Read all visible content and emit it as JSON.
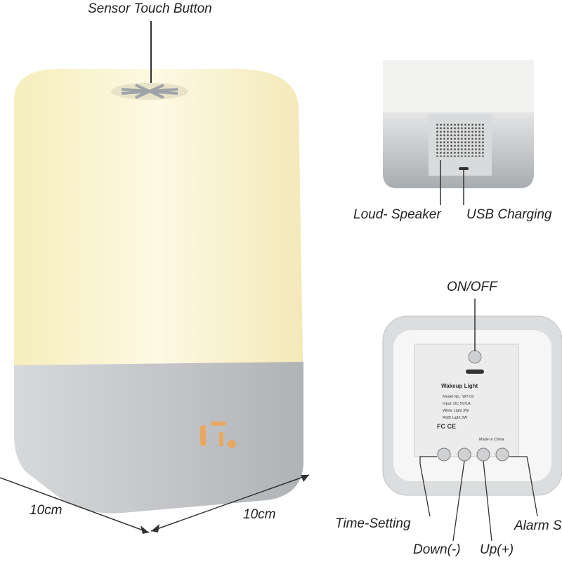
{
  "labels": {
    "sensor_touch_button": "Sensor Touch Button",
    "loud_speaker": "Loud- Speaker",
    "usb_charging": "USB Charging",
    "on_off": "ON/OFF",
    "time_setting": "Time-Setting",
    "down": "Down(-)",
    "up": "Up(+)",
    "alarm": "Alarm S",
    "width_dim": "10cm",
    "depth_dim": "10cm"
  },
  "back_panel": {
    "title": "Wakeup Light",
    "model": "Model No.: WT-03",
    "input": "Input: DC 5V/1A",
    "white_light": "White Light 3W",
    "rgb_light": "RGB Light 3W",
    "certs": "FC CE",
    "made_in": "Made in China"
  },
  "colors": {
    "lamp_glow": "#fbf6d8",
    "silver": "#c9cbce"
  }
}
